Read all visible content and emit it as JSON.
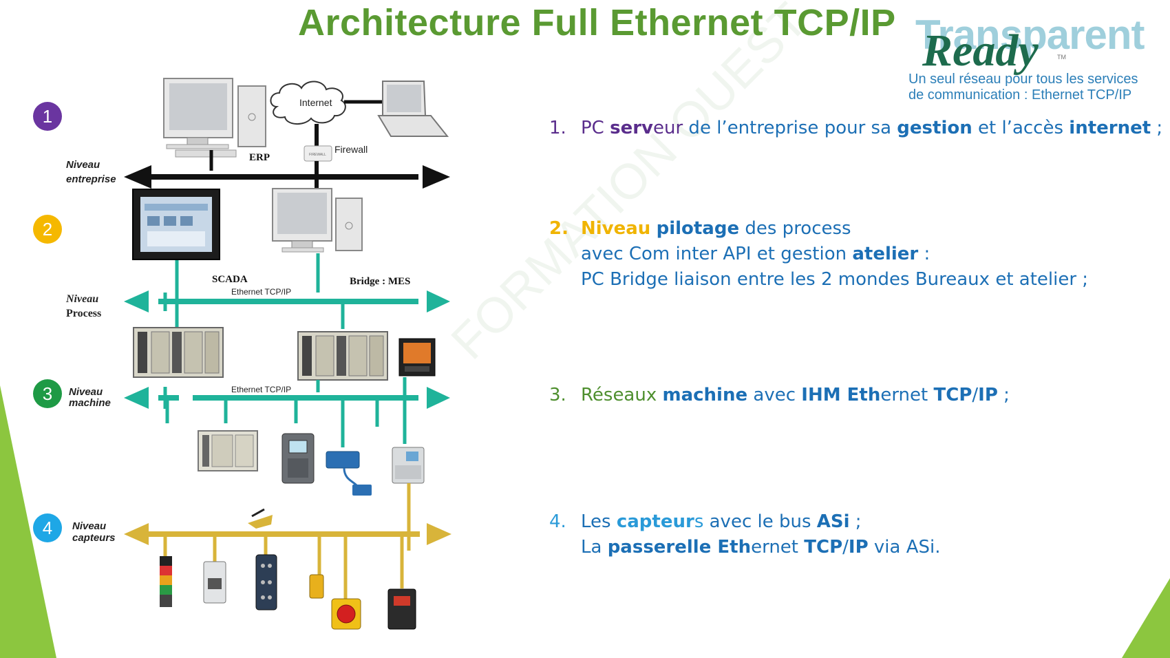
{
  "title": "Architecture Full Ethernet TCP/IP",
  "logo": {
    "word1": "Transparent",
    "word2": "Ready",
    "tm": "TM",
    "tagline_line1": "Un seul réseau pour tous les services",
    "tagline_line2": "de communication : Ethernet TCP/IP"
  },
  "colors": {
    "title": "#5a9a32",
    "badge1": "#6a35a0",
    "badge2": "#f5b800",
    "badge3": "#1e9a45",
    "badge4": "#1ea7e6",
    "bus_enterprise": "#111111",
    "bus_ethernet": "#1fb39a",
    "bus_asi": "#d8b43a",
    "step_text": "#1c6fb5",
    "green_accent": "#8cc63f"
  },
  "diagram": {
    "levels": [
      {
        "badge": "1",
        "label_line1": "Niveau",
        "label_line2": "entreprise"
      },
      {
        "badge": "2",
        "label_line1": "Niveau",
        "label_line2": "Process"
      },
      {
        "badge": "3",
        "label_line1": "Niveau",
        "label_line2": "machine"
      },
      {
        "badge": "4",
        "label_line1": "Niveau",
        "label_line2": "capteurs"
      }
    ],
    "labels": {
      "internet": "Internet",
      "firewall": "Firewall",
      "firewall_device": "FIREWALL",
      "erp": "ERP",
      "scada": "SCADA",
      "bridge_mes": "Bridge : MES",
      "ethernet_process": "Ethernet TCP/IP",
      "ethernet_machine": "Ethernet TCP/IP"
    }
  },
  "steps": [
    {
      "number": "1.",
      "lines": [
        [
          {
            "t": "PC ",
            "b": false,
            "c": "purple"
          },
          {
            "t": "serv",
            "b": true,
            "c": "purple"
          },
          {
            "t": "eur",
            "b": false,
            "c": "purple"
          },
          {
            "t": " de l’entreprise pour sa ",
            "b": false,
            "c": "blue"
          },
          {
            "t": "gestion",
            "b": true,
            "c": "blue"
          },
          {
            "t": " et l’accès ",
            "b": false,
            "c": "blue"
          },
          {
            "t": "internet",
            "b": true,
            "c": "blue"
          },
          {
            "t": " ;",
            "b": false,
            "c": "blue"
          }
        ]
      ]
    },
    {
      "number": "2.",
      "lines": [
        [
          {
            "t": "Niveau",
            "b": true,
            "c": "orange"
          },
          {
            "t": " ",
            "b": false,
            "c": "blue"
          },
          {
            "t": "pilotage",
            "b": true,
            "c": "blue"
          },
          {
            "t": " des process",
            "b": false,
            "c": "blue"
          }
        ],
        [
          {
            "t": "avec Com inter API et gestion ",
            "b": false,
            "c": "blue"
          },
          {
            "t": "atelier",
            "b": true,
            "c": "blue"
          },
          {
            "t": " :",
            "b": false,
            "c": "blue"
          }
        ],
        [
          {
            "t": "PC Bridge liaison entre les 2 mondes Bureaux et atelier ;",
            "b": false,
            "c": "blue"
          }
        ]
      ]
    },
    {
      "number": "3.",
      "lines": [
        [
          {
            "t": "Réseaux ",
            "b": false,
            "c": "green"
          },
          {
            "t": "machine",
            "b": true,
            "c": "blue"
          },
          {
            "t": " avec ",
            "b": false,
            "c": "blue"
          },
          {
            "t": "IHM Eth",
            "b": true,
            "c": "blue"
          },
          {
            "t": "ernet ",
            "b": false,
            "c": "blue"
          },
          {
            "t": "TCP",
            "b": true,
            "c": "blue"
          },
          {
            "t": "/",
            "b": false,
            "c": "blue"
          },
          {
            "t": "IP",
            "b": true,
            "c": "blue"
          },
          {
            "t": " ;",
            "b": false,
            "c": "blue"
          }
        ]
      ]
    },
    {
      "number": "4.",
      "lines": [
        [
          {
            "t": "Les ",
            "b": false,
            "c": "blue"
          },
          {
            "t": "capteur",
            "b": true,
            "c": "lightblue"
          },
          {
            "t": "s",
            "b": false,
            "c": "lightblue"
          },
          {
            "t": " avec le bus ",
            "b": false,
            "c": "blue"
          },
          {
            "t": "ASi",
            "b": true,
            "c": "blue"
          },
          {
            "t": " ;",
            "b": false,
            "c": "blue"
          }
        ],
        [
          {
            "t": "La ",
            "b": false,
            "c": "blue"
          },
          {
            "t": "passerelle Eth",
            "b": true,
            "c": "blue"
          },
          {
            "t": "ernet ",
            "b": false,
            "c": "blue"
          },
          {
            "t": "TCP",
            "b": true,
            "c": "blue"
          },
          {
            "t": "/",
            "b": false,
            "c": "blue"
          },
          {
            "t": "IP",
            "b": true,
            "c": "blue"
          },
          {
            "t": " via ASi.",
            "b": false,
            "c": "blue"
          }
        ]
      ]
    }
  ],
  "watermark": "FORMATION OUEST",
  "icons": [
    "computer-icon",
    "cloud-icon",
    "laptop-icon",
    "firewall-icon",
    "hmi-panel-icon",
    "plc-rack-icon",
    "drive-icon",
    "signal-tower-icon",
    "emergency-stop-icon",
    "sensor-icon"
  ]
}
